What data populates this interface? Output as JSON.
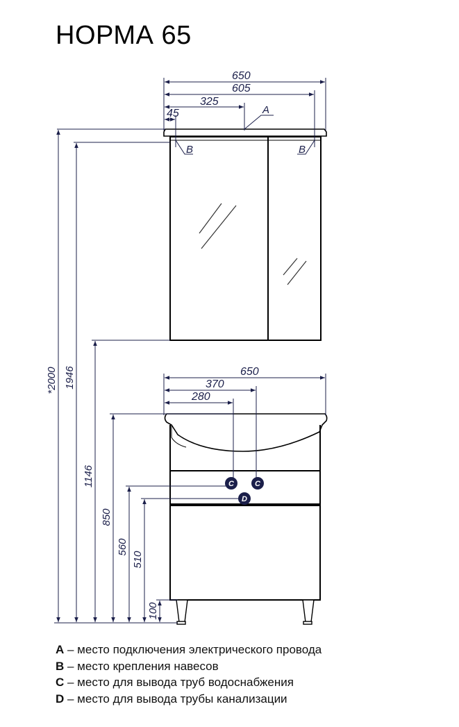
{
  "title": "НОРМА 65",
  "dimensions": {
    "mirror_total_width": "650",
    "mirror_inner_width": "605",
    "mirror_half": "325",
    "mirror_edge_offset": "45",
    "vanity_total_width": "650",
    "vanity_370": "370",
    "vanity_280": "280",
    "height_total": "*2000",
    "height_1946": "1946",
    "height_1146": "1146",
    "height_850": "850",
    "height_560": "560",
    "height_510": "510",
    "height_100": "100"
  },
  "markers": {
    "a": "A",
    "b": "B",
    "c": "C",
    "d": "D"
  },
  "legend": [
    {
      "key": "A",
      "text": " – место подключения электрического провода"
    },
    {
      "key": "B",
      "text": " – место крепления навесов"
    },
    {
      "key": "C",
      "text": " – место для вывода труб водоснабжения"
    },
    {
      "key": "D",
      "text": " – место для вывода трубы канализации"
    }
  ]
}
